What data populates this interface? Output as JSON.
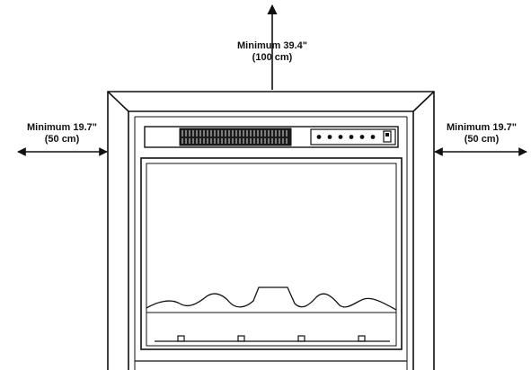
{
  "clearance": {
    "top": {
      "line1": "Minimum 39.4\"",
      "line2": "(100 cm)"
    },
    "left": {
      "line1": "Minimum 19.7\"",
      "line2": "(50 cm)"
    },
    "right": {
      "line1": "Minimum 19.7\"",
      "line2": "(50 cm)"
    }
  },
  "colors": {
    "stroke": "#111111",
    "background": "#ffffff"
  },
  "control_panel": {
    "button_count": 6
  }
}
